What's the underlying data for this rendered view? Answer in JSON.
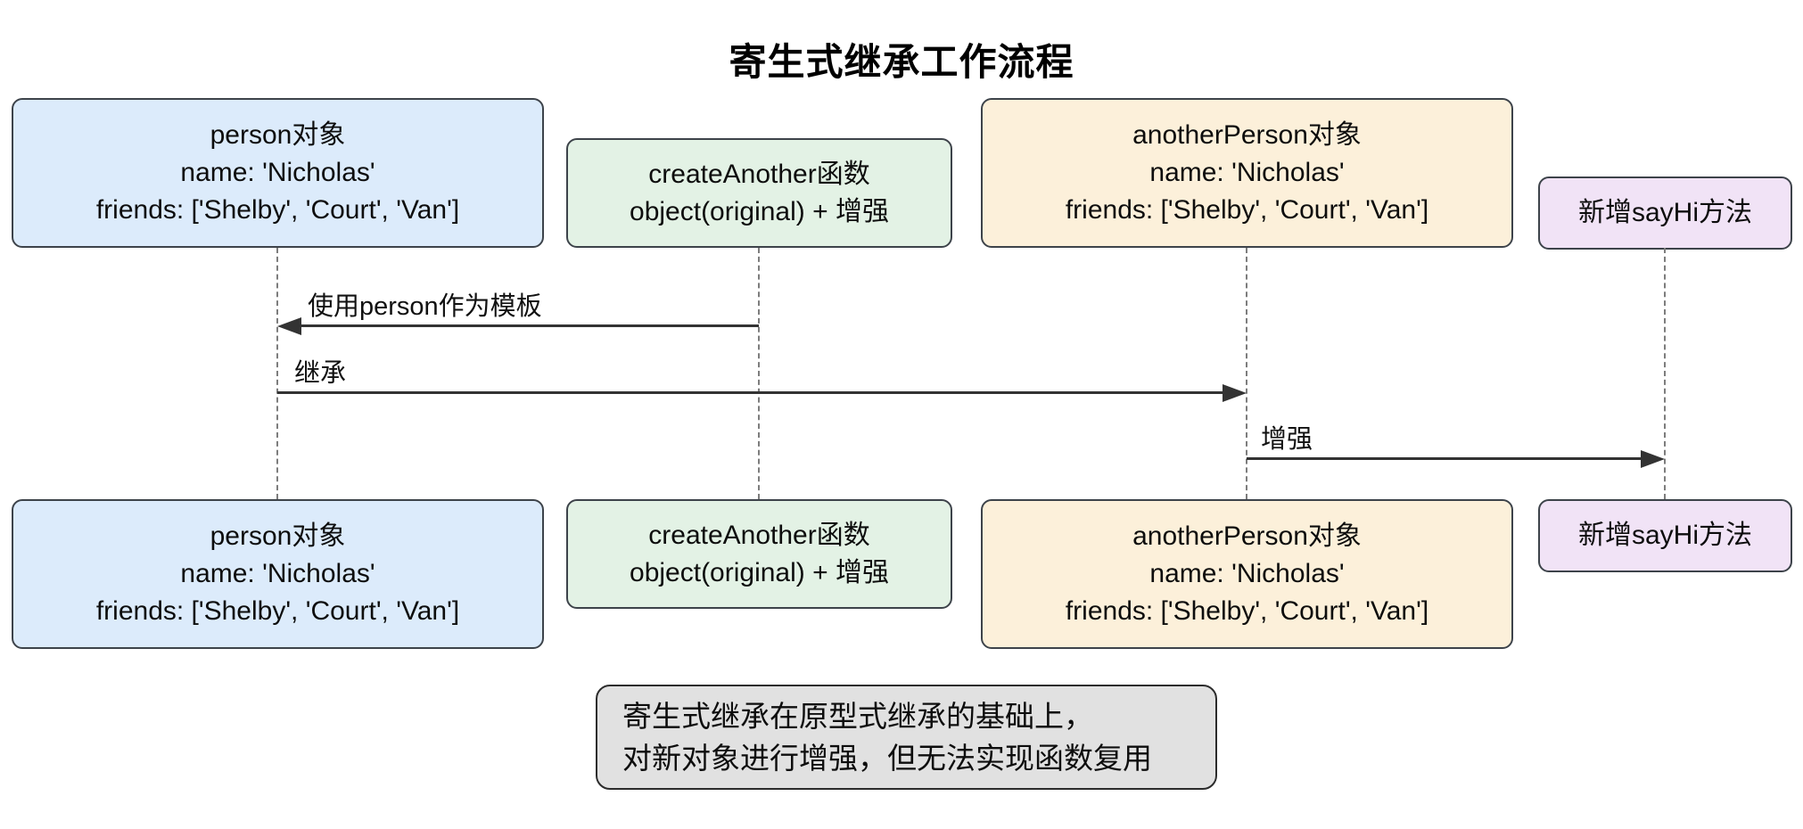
{
  "title": "寄生式继承工作流程",
  "actors": [
    {
      "id": "person",
      "lines": [
        "person对象",
        "name: 'Nicholas'",
        "friends: ['Shelby', 'Court', 'Van']"
      ]
    },
    {
      "id": "createAnother",
      "lines": [
        "createAnother函数",
        "object(original) + 增强"
      ]
    },
    {
      "id": "anotherPerson",
      "lines": [
        "anotherPerson对象",
        "name: 'Nicholas'",
        "friends: ['Shelby', 'Court', 'Van']"
      ]
    },
    {
      "id": "sayHi",
      "lines": [
        "新增sayHi方法"
      ]
    }
  ],
  "messages": [
    {
      "from": "createAnother",
      "to": "person",
      "direction": "left",
      "label": "使用person作为模板"
    },
    {
      "from": "person",
      "to": "anotherPerson",
      "direction": "right",
      "label": "继承"
    },
    {
      "from": "anotherPerson",
      "to": "sayHi",
      "direction": "right",
      "label": "增强"
    }
  ],
  "note": {
    "lines": [
      "寄生式继承在原型式继承的基础上，",
      "对新对象进行增强，但无法实现函数复用"
    ]
  },
  "colors": {
    "person_fill": "#dcebfb",
    "create_fill": "#e3f2e5",
    "another_fill": "#fcf0da",
    "sayhi_fill": "#f1e3f6",
    "note_fill": "#e1e1e1",
    "border": "#3d434a",
    "arrow": "#333333",
    "lifeline": "#7d7d7d"
  }
}
